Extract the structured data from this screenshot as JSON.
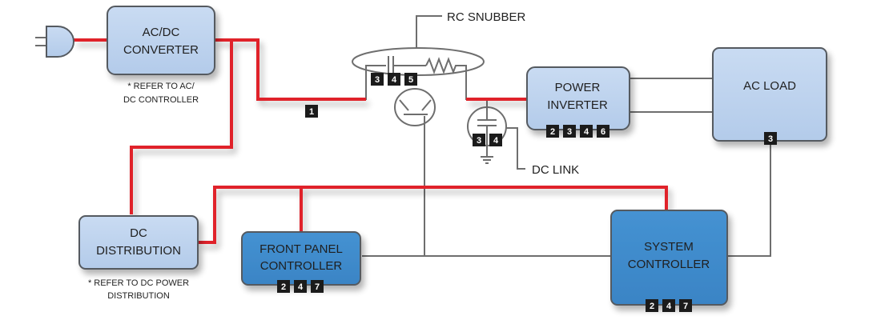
{
  "colors": {
    "power_wire": "#e0222a",
    "signal_wire": "#6e6e6e",
    "light_block": "#bcd2ee",
    "dark_block": "#3f8acb",
    "block_border": "#555a60",
    "badge_bg": "#1b1b1b"
  },
  "blocks": {
    "acdc": {
      "line1": "AC/DC",
      "line2": "CONVERTER",
      "note1": "* REFER TO AC/",
      "note2": "DC CONTROLLER"
    },
    "inverter": {
      "line1": "POWER",
      "line2": "INVERTER",
      "badges": [
        "2",
        "3",
        "4",
        "6"
      ]
    },
    "acload": {
      "line1": "AC LOAD",
      "badges": [
        "3"
      ]
    },
    "dcdist": {
      "line1": "DC",
      "line2": "DISTRIBUTION",
      "note1": "* REFER TO DC POWER",
      "note2": "DISTRIBUTION"
    },
    "frontpanel": {
      "line1": "FRONT PANEL",
      "line2": "CONTROLLER",
      "badges": [
        "2",
        "4",
        "7"
      ]
    },
    "syscontroller": {
      "line1": "SYSTEM",
      "line2": "CONTROLLER",
      "badges": [
        "2",
        "4",
        "7"
      ]
    }
  },
  "labels": {
    "rc_snubber": "RC SNUBBER",
    "dc_link": "DC LINK"
  },
  "badges": {
    "wire": [
      "1"
    ],
    "snubber": [
      "3",
      "4",
      "5"
    ],
    "dclink": [
      "3",
      "4"
    ]
  }
}
